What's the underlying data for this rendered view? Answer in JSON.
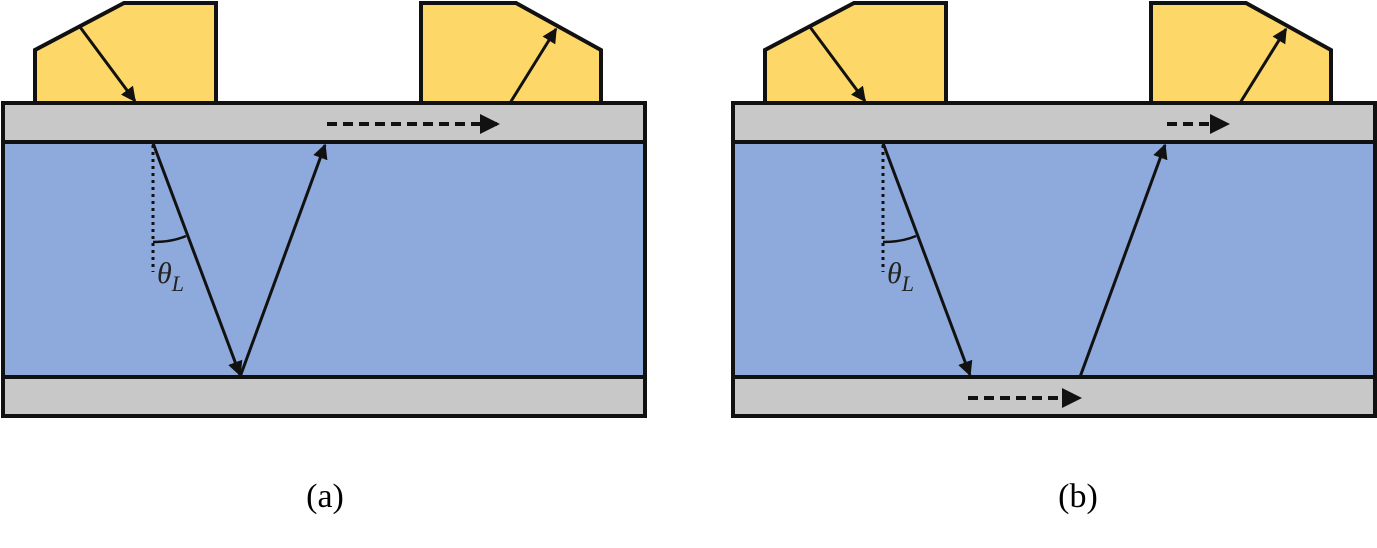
{
  "panels": [
    {
      "caption": "(a)",
      "angle_symbol": "θ",
      "angle_subscript": "L"
    },
    {
      "caption": "(b)",
      "angle_symbol": "θ",
      "angle_subscript": "L"
    }
  ],
  "colors": {
    "wedge": "#fdd868",
    "plate": "#c8c8c8",
    "fluid": "#8eaadc",
    "stroke": "#111111"
  }
}
